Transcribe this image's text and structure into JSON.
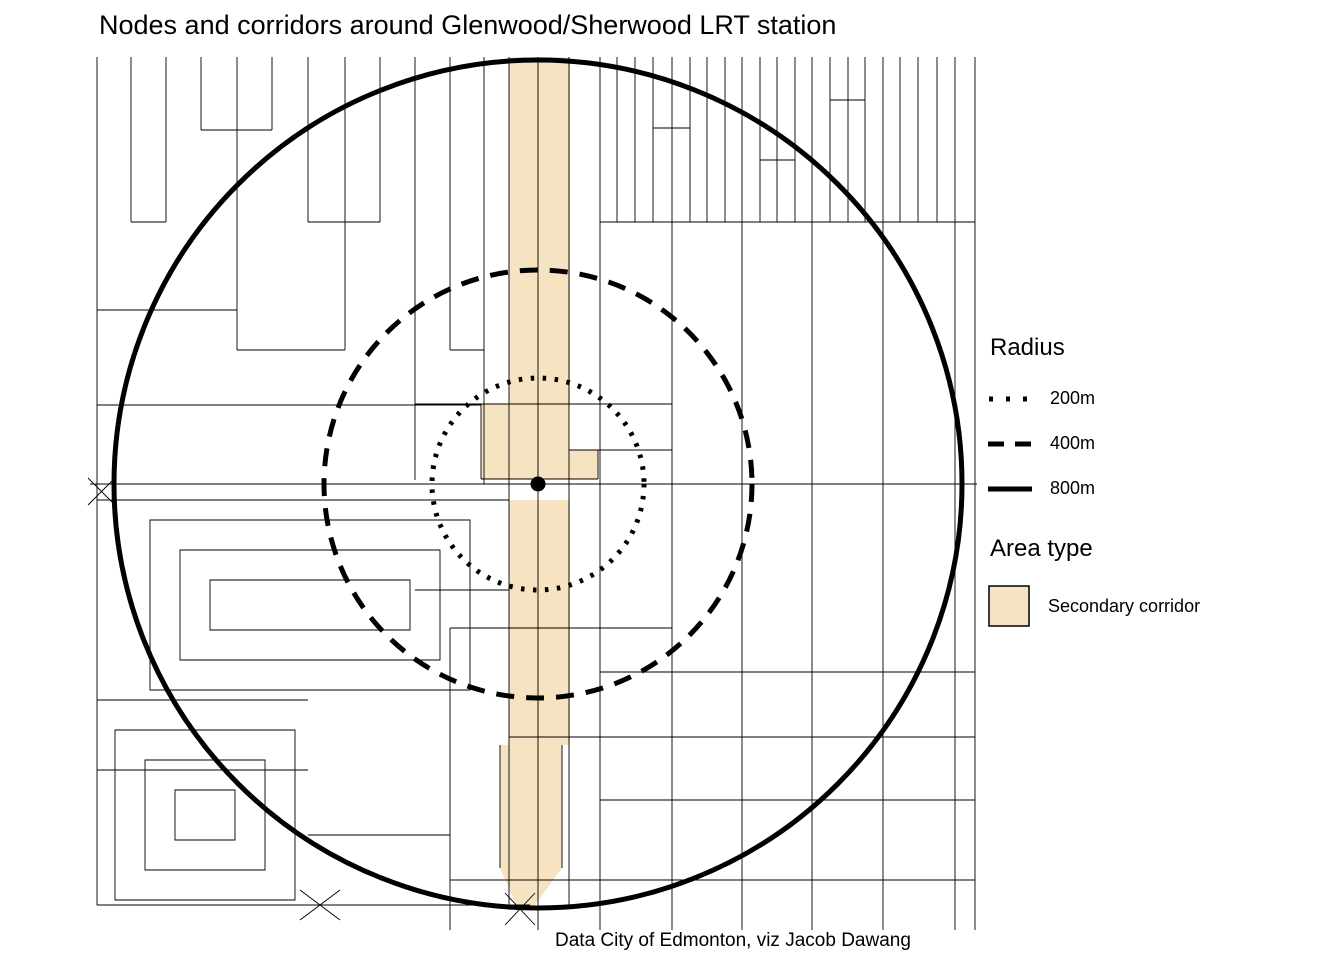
{
  "title": "Nodes and corridors around Glenwood/Sherwood LRT station",
  "caption": "Data City of Edmonton, viz Jacob Dawang",
  "legend": {
    "radius_title": "Radius",
    "radius_items": [
      {
        "label": "200m",
        "line_style": "dotted"
      },
      {
        "label": "400m",
        "line_style": "dashed"
      },
      {
        "label": "800m",
        "line_style": "solid"
      }
    ],
    "area_title": "Area type",
    "area_items": [
      {
        "label": "Secondary corridor",
        "color": "#f6e3c1"
      }
    ]
  },
  "map": {
    "corridor_color": "#f6e3c1",
    "street_color": "#000000",
    "ring_color": "#000000"
  }
}
